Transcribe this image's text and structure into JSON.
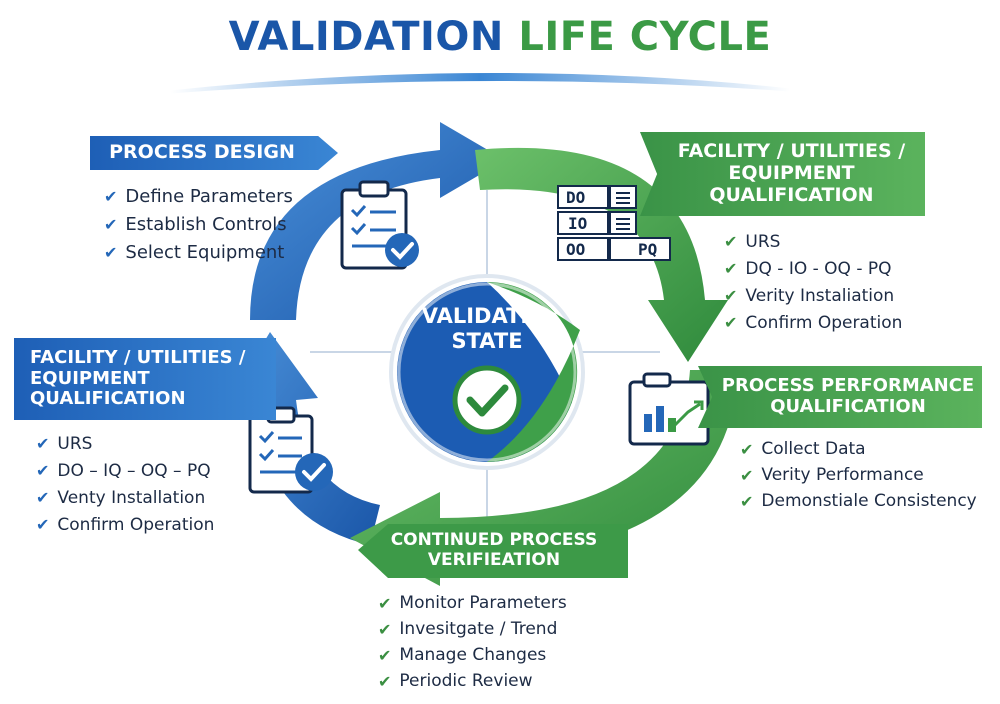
{
  "title": {
    "part1": "VALIDATION",
    "part2": "LIFE CYCLE"
  },
  "center": {
    "line1": "VALIDATED",
    "line2": "STATE",
    "icon": "check-circle-icon"
  },
  "colors": {
    "blue": "#1e5fb6",
    "green": "#3b9a45",
    "dark_text": "#1d2b44"
  },
  "process_design": {
    "heading": "PROCESS DESIGN",
    "icon": "clipboard-check-icon",
    "items": [
      "Define Parameters",
      "Establish Controls",
      "Select Equipment"
    ]
  },
  "facility_right": {
    "heading_line1": "FACILITY / UTILITIES /",
    "heading_line2": "EQUIPMENT",
    "heading_line3": "QUALIFICATION",
    "icon": "qualification-grid-icon",
    "icon_labels": [
      "DO",
      "IO",
      "OO",
      "PQ"
    ],
    "items": [
      "URS",
      "DQ - IO - OQ - PQ",
      "Verity Instaliation",
      "Confirm Operation"
    ]
  },
  "facility_left": {
    "heading_line1": "FACILITY / UTILITIES /",
    "heading_line2": "EQUIPMENT",
    "heading_line3": "QUALIFICATION",
    "icon": "clipboard-check-icon",
    "items": [
      "URS",
      "DO – IQ – OQ – PQ",
      "Venty Installation",
      "Confirm Operation"
    ]
  },
  "ppq": {
    "heading_line1": "PROCESS PERFORMANCE",
    "heading_line2": "QUALIFICATION",
    "icon": "performance-chart-icon",
    "items": [
      "Collect Data",
      "Verity Performance",
      "Demonstiale Consistency"
    ]
  },
  "cpv": {
    "heading_line1": "CONTINUED PROCESS",
    "heading_line2": "VERIFIEATION",
    "items": [
      "Monitor Parameters",
      "Invesitgate / Trend",
      "Manage Changes",
      "Periodic Review"
    ]
  }
}
